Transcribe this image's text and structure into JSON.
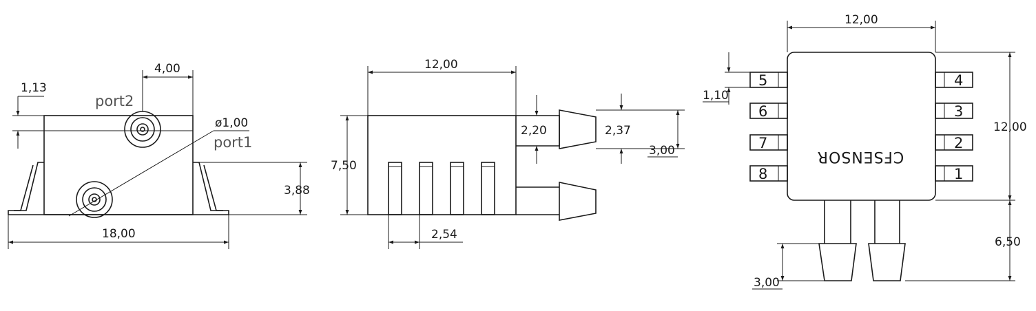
{
  "left_view": {
    "dim_width": "4,00",
    "dim_offset": "1,13",
    "dim_hole": "ø1,00",
    "dim_length": "18,00",
    "dim_height": "3,88",
    "port2_label": "port2",
    "port1_label": "port1"
  },
  "middle_view": {
    "dim_width": "12,00",
    "dim_height": "7,50",
    "dim_pitch": "2,54",
    "dim_port_inner": "2,20",
    "dim_port_outer": "2,37",
    "dim_port_len": "3,00"
  },
  "right_view": {
    "dim_width": "12,00",
    "dim_height": "12,00",
    "dim_pin": "1,10",
    "dim_tube": "6,50",
    "dim_tip": "3,00",
    "brand_text": "CFSENSOR",
    "pins_left": [
      "5",
      "6",
      "7",
      "8"
    ],
    "pins_right": [
      "4",
      "3",
      "2",
      "1"
    ]
  }
}
